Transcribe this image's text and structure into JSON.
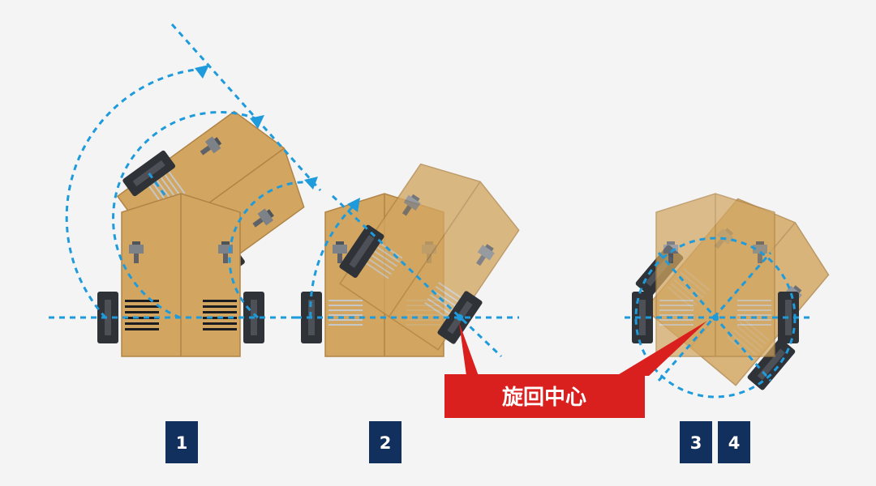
{
  "steps": {
    "step1": "1",
    "step2": "2",
    "step3": "3",
    "step4": "4"
  },
  "callout": {
    "label": "旋回中心"
  },
  "colors": {
    "background": "#f4f4f4",
    "box_fill": "#d2a660",
    "box_edge": "#b08446",
    "box_overlay": "#e4ae4c",
    "wheel": "#2f3237",
    "guide_line": "#1f9bdc",
    "badge": "#12305d",
    "callout": "#d9201e"
  }
}
